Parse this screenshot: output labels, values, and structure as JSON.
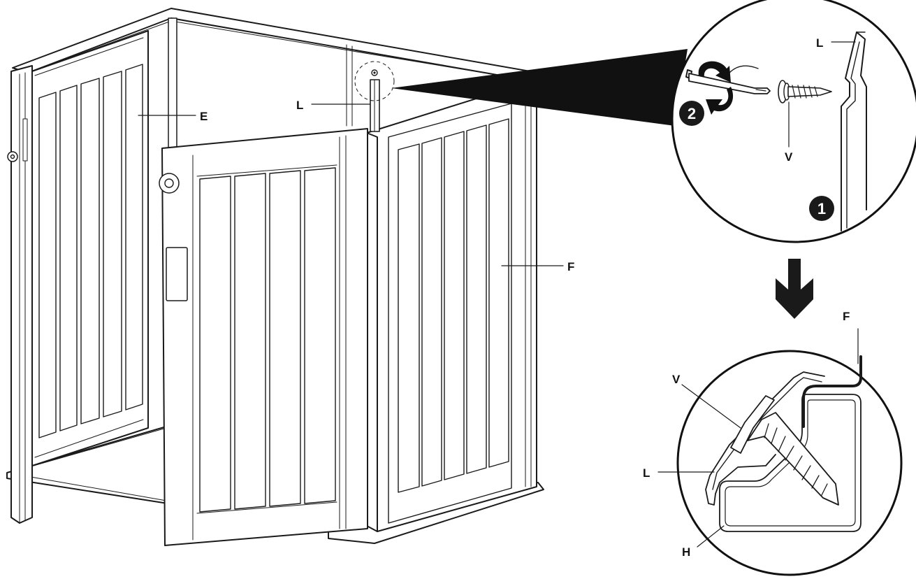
{
  "labels": {
    "wall_left": "E",
    "wall_right": "F",
    "profile_main": "L",
    "profile_detail_top": "L",
    "screw_detail_top": "V",
    "profile_detail_bottom": "F",
    "screw_detail_bottom": "V",
    "clip_detail_bottom": "L",
    "housing_detail_bottom": "H"
  },
  "steps": {
    "step_one": "1",
    "step_two": "2"
  },
  "colors": {
    "line": "#1a1a1a",
    "fill": "#ffffff",
    "badge": "#1a1a1a"
  },
  "icons": {
    "rotation": "curved-rotation-arrow-icon",
    "sequence": "down-arrow-icon"
  }
}
